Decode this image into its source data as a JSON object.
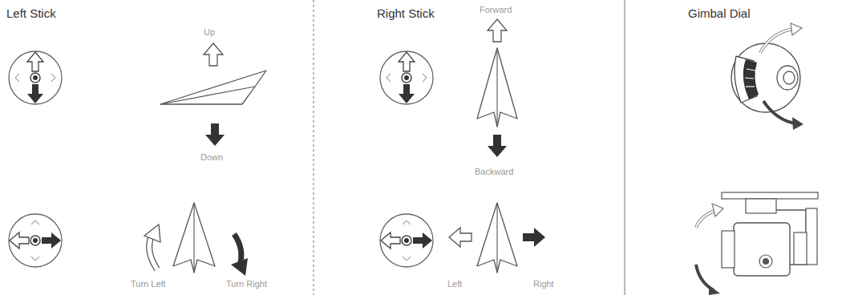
{
  "diagram": {
    "labels": [
      "Left Stick",
      "Up",
      "Down",
      "Turn Left",
      "Turn Right",
      "Right Stick",
      "Forward",
      "Backward",
      "Left",
      "Right",
      "Gimbal Dial"
    ]
  }
}
